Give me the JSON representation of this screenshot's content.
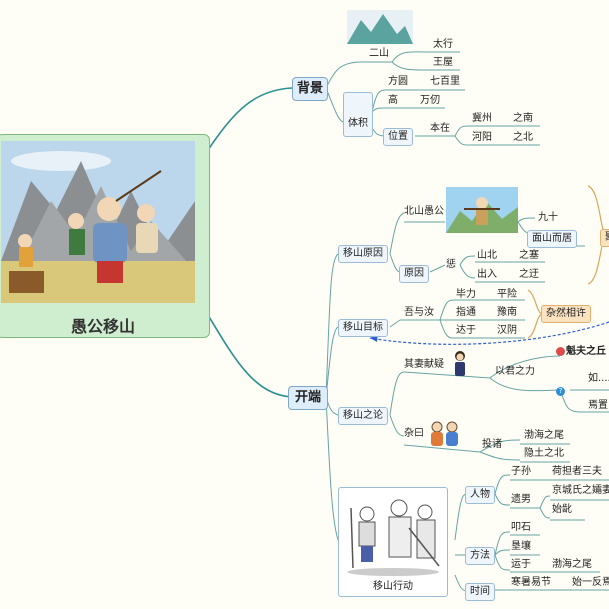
{
  "root": {
    "title": "愚公移山"
  },
  "bg": {
    "label": "背景",
    "erShan": "二山",
    "taiHang": "太行",
    "wangWu": "王屋",
    "tiJi": "体积",
    "fangYuan": "方圆",
    "qiBaiLi": "七百里",
    "gao": "高",
    "wanRen": "万仞",
    "weiZhi": "位置",
    "benZai": "本在",
    "jiZhou": "冀州",
    "zhiNan": "之南",
    "heYang": "河阳",
    "zhiBei": "之北"
  },
  "kd": {
    "label": "开端",
    "yuanYin": "移山原因",
    "beiShan": "北山愚公",
    "jiuShi": "九十",
    "mianShan": "面山而居",
    "yuanYin2": "原因",
    "cheng": "惩",
    "shanBei": "山北",
    "zhiSai": "之塞",
    "chuRu": "出入",
    "zhiYu": "之迂",
    "mubiao": "移山目标",
    "wuYuRu": "吾与汝",
    "biLi": "毕力",
    "pingXian": "平险",
    "zhiTong": "指通",
    "yuNan": "豫南",
    "daYu": "达于",
    "hanYin": "汉阴",
    "xinRan": "杂然相许",
    "zhiLun": "移山之论",
    "qiXian": "其妻献疑",
    "yiJun": "以君之力",
    "kuiFu": "魁夫之丘",
    "ruHe": "如......",
    "yanZhi": "焉置",
    "zaYue": "杂曰",
    "touZhu": "投诸",
    "bohai1": "渤海之尾",
    "yinTu": "隐土之北",
    "xingDong": "移山行动",
    "renWu": "人物",
    "ziSun": "子孙",
    "heDan": "荷担者三夫",
    "linNan": "遗男",
    "jingCheng": "京城氏之孀妻",
    "shiChen": "始龀",
    "fangFa": "方法",
    "kouShi": "叩石",
    "kenRang": "垦壤",
    "yunYu": "运于",
    "bohai2": "渤海之尾",
    "shiJian": "时间",
    "hanShu": "寒暑易节",
    "shiYi": "始一反焉",
    "right1": "聚"
  }
}
